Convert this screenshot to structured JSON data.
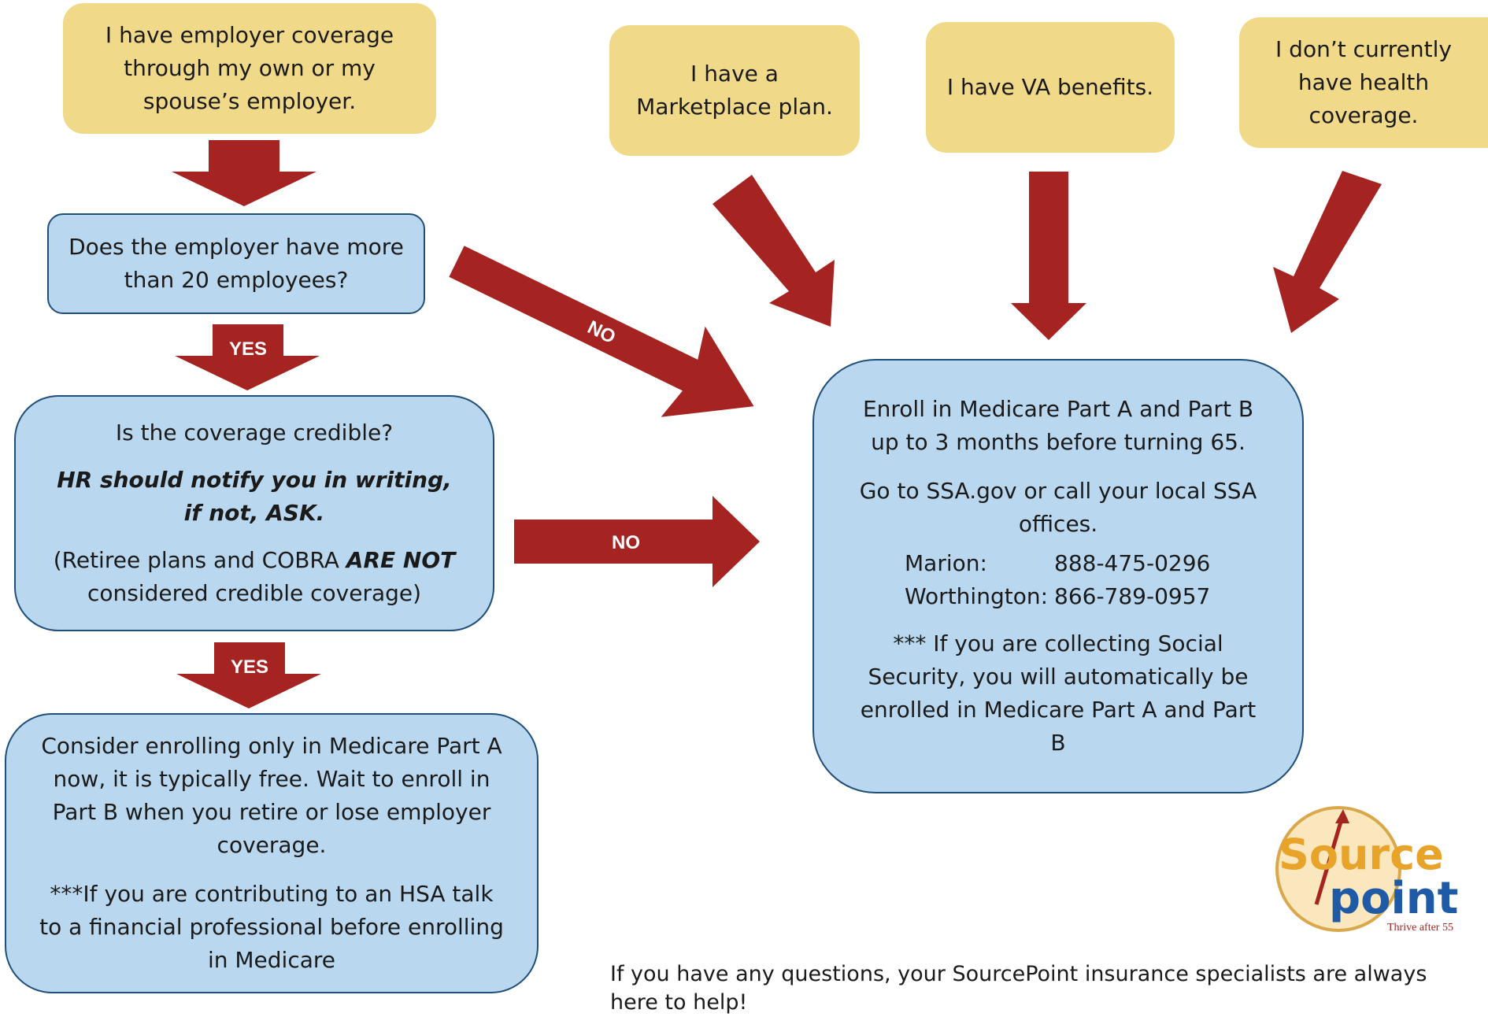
{
  "boxes": {
    "employer": [
      "I have employer coverage",
      "through my own or my",
      "spouse’s employer."
    ],
    "marketplace": [
      "I have a",
      "Marketplace plan."
    ],
    "va": "I have VA benefits.",
    "no_coverage": [
      "I don’t currently",
      "have health",
      "coverage."
    ],
    "employees_q": [
      "Does the employer have more",
      "than 20 employees?"
    ],
    "credible": {
      "q": "Is the coverage credible?",
      "hr": "HR should notify you in writing, if not, ASK.",
      "note_pre": "(Retiree plans and COBRA ",
      "note_em": "ARE NOT",
      "note_post": " considered credible coverage)"
    },
    "part_a": {
      "p1": "Consider enrolling only in Medicare Part A now, it is typically free.  Wait to enroll in Part B when you retire or lose employer coverage.",
      "p2": "***If you are contributing to an HSA talk to a financial professional before enrolling in Medicare"
    },
    "enroll": {
      "p1": "Enroll in Medicare Part A and Part B up to 3 months before turning 65.",
      "p2": "Go to SSA.gov or call your local SSA offices.",
      "offices": [
        {
          "name": "Marion:",
          "phone": "888-475-0296"
        },
        {
          "name": "Worthington:",
          "phone": "866-789-0957"
        }
      ],
      "p3": "*** If you are collecting Social Security, you will automatically be enrolled in Medicare Part A and Part B"
    }
  },
  "arrow_labels": {
    "yes1": "YES",
    "yes2": "YES",
    "no1": "NO",
    "no2": "NO"
  },
  "logo": {
    "line1": "Source",
    "line2": "point",
    "tagline": "Thrive after 55"
  },
  "footer": "If you have any questions, your SourcePoint insurance specialists are always here to help!",
  "colors": {
    "arrow": "#a52422",
    "yellow_box": "#f1d98a",
    "blue_box": "#b9d7ee",
    "blue_border": "#1f4e79",
    "logo_orange": "#e8a32a",
    "logo_blue": "#1f5aa6"
  }
}
